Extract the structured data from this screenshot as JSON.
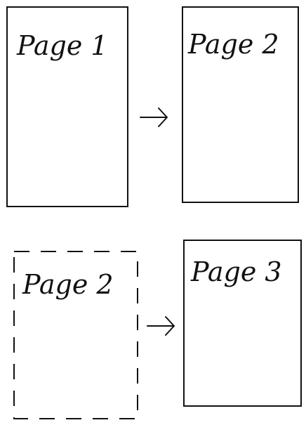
{
  "pages": [
    {
      "label": "Page 1"
    },
    {
      "label": "Page 2"
    },
    {
      "label": "Page 2"
    },
    {
      "label": "Page 3"
    }
  ]
}
